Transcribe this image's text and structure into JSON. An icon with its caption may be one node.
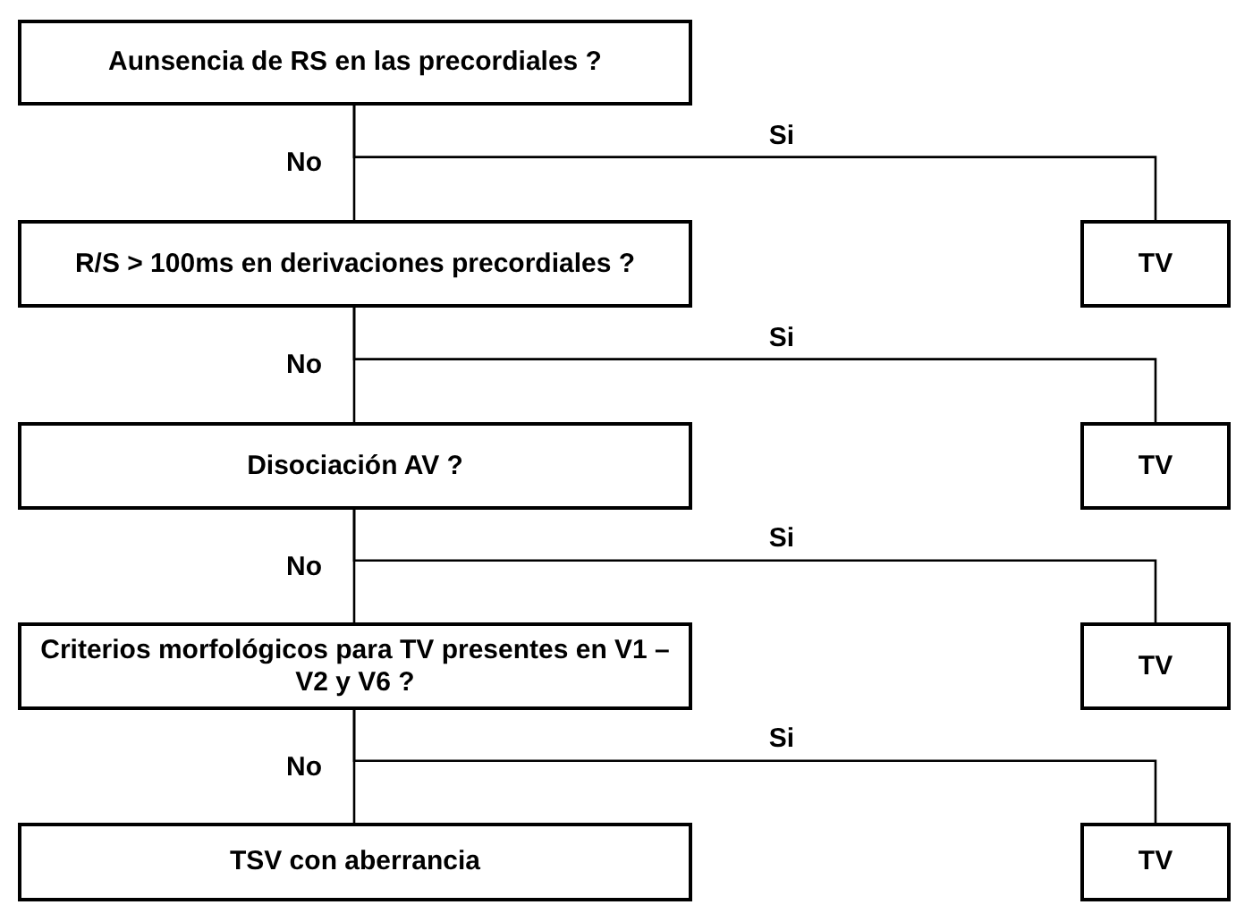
{
  "diagram": {
    "nodes": [
      {
        "text": [
          "Aunsencia de RS en las precordiales ?"
        ]
      },
      {
        "text": [
          "R/S > 100ms en derivaciones precordiales ?"
        ]
      },
      {
        "text": [
          "TV"
        ]
      },
      {
        "text": [
          "Disociación AV ?"
        ]
      },
      {
        "text": [
          "TV"
        ]
      },
      {
        "text": [
          "Criterios morfológicos para TV presentes en V1 – V2  y  V6 ?"
        ]
      },
      {
        "text": [
          "TV"
        ]
      },
      {
        "text": [
          "TSV con aberrancia"
        ]
      },
      {
        "text": [
          "TV"
        ]
      }
    ],
    "edges": [
      {
        "from": 0,
        "to": 1,
        "arrow": "none",
        "label": "No"
      },
      {
        "from": 0,
        "to": 2,
        "arrow": "none",
        "label": "Si"
      },
      {
        "from": 1,
        "to": 3,
        "arrow": "none",
        "label": "No"
      },
      {
        "from": 1,
        "to": 4,
        "arrow": "none",
        "label": "Si"
      },
      {
        "from": 3,
        "to": 5,
        "arrow": "none",
        "label": "No"
      },
      {
        "from": 3,
        "to": 6,
        "arrow": "none",
        "label": "Si"
      },
      {
        "from": 5,
        "to": 7,
        "arrow": "none",
        "label": "No"
      },
      {
        "from": 5,
        "to": 8,
        "arrow": "none",
        "label": "Si"
      }
    ]
  }
}
